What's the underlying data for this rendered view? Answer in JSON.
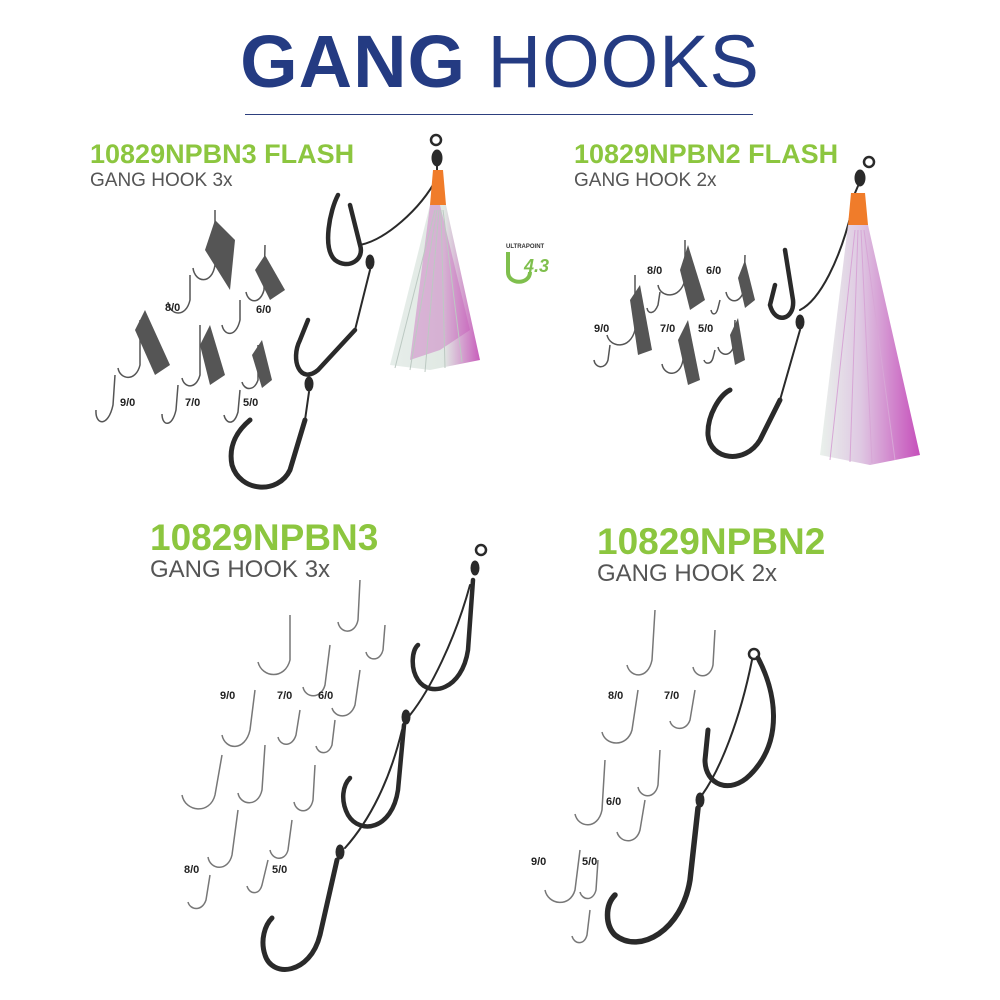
{
  "header": {
    "title_bold": "GANG",
    "title_light": "HOOKS"
  },
  "colors": {
    "title": "#243b82",
    "code": "#8cc63f",
    "subtitle": "#555555",
    "hook": "#2a2a2a",
    "sleeve": "#f07c2a",
    "skirt_pink": "#c24bb4"
  },
  "badge": {
    "brand": "ULTRAPOINT",
    "value": "4.3",
    "icon": "ultrapoint-badge-icon"
  },
  "products": [
    {
      "code": "10829NPBN3 FLASH",
      "subtitle": "GANG HOOK 3x",
      "sizes": [
        "8/0",
        "6/0",
        "9/0",
        "7/0",
        "5/0"
      ]
    },
    {
      "code": "10829NPBN2 FLASH",
      "subtitle": "GANG HOOK 2x",
      "sizes": [
        "8/0",
        "6/0",
        "9/0",
        "7/0",
        "5/0"
      ]
    },
    {
      "code": "10829NPBN3",
      "subtitle": "GANG HOOK 3x",
      "sizes": [
        "9/0",
        "7/0",
        "6/0",
        "8/0",
        "5/0"
      ]
    },
    {
      "code": "10829NPBN2",
      "subtitle": "GANG HOOK 2x",
      "sizes": [
        "8/0",
        "7/0",
        "6/0",
        "9/0",
        "5/0"
      ]
    }
  ]
}
